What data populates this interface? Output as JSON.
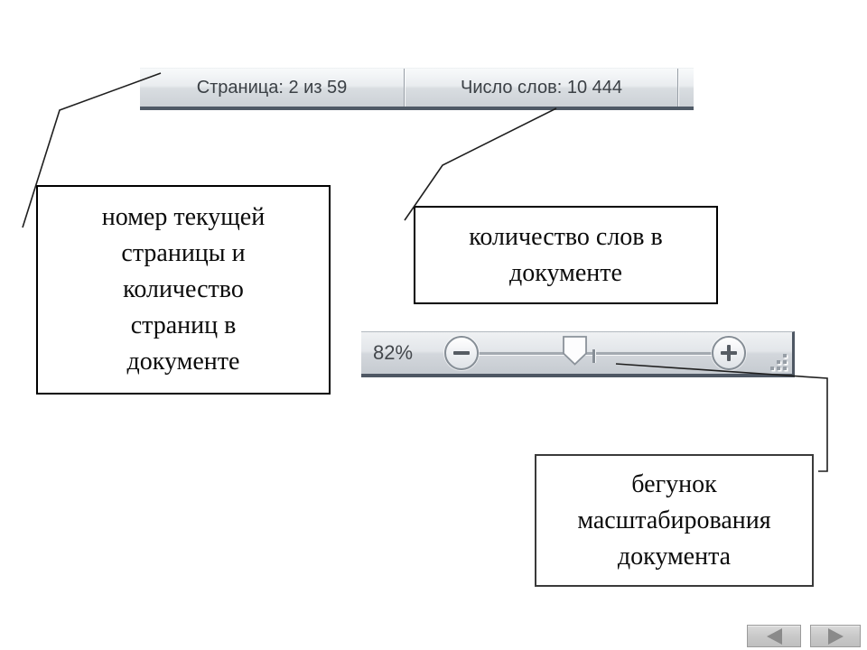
{
  "status_bar": {
    "segments": [
      {
        "label": "Страница: 2 из 59"
      },
      {
        "label": "Число слов: 10 444"
      }
    ]
  },
  "zoom_bar": {
    "zoom_value": "82%",
    "icons": {
      "zoom_out": "−",
      "zoom_in": "+",
      "slider_thumb": "shield-shaped slider handle",
      "resize_grip": "diagonal dots"
    }
  },
  "callouts": [
    {
      "text": "номер текущей страницы и количество страниц в документе"
    },
    {
      "text": "количество слов в документе"
    },
    {
      "text": "бегунок масштабирования документа"
    }
  ],
  "nav": {
    "icons": {
      "prev": "◀",
      "next": "▶"
    }
  },
  "colors": {
    "bar_dark_border": "#4f5a66",
    "bar_gradient_top": "#f8fafb",
    "bar_gradient_bottom": "#ccd1d6",
    "status_text": "#3b4045",
    "connector_line": "#1f1f1f",
    "nav_button_fill": "#c9c9c9",
    "nav_arrow": "#8a8a8a"
  }
}
